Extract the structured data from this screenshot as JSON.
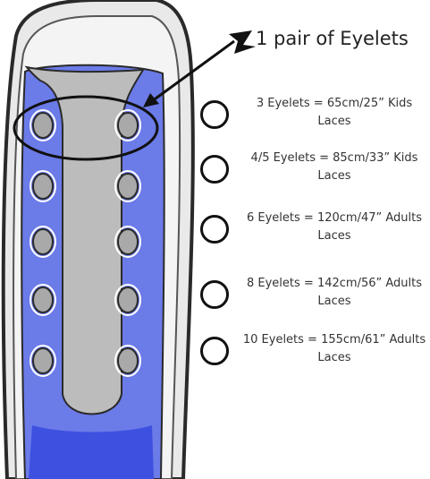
{
  "callout": {
    "title": "1 pair of Eyelets"
  },
  "legend": [
    {
      "line1": "3 Eyelets = 65cm/25” Kids",
      "line2": "Laces"
    },
    {
      "line1": "4/5  Eyelets = 85cm/33” Kids",
      "line2": "Laces"
    },
    {
      "line1": "6 Eyelets = 120cm/47” Adults",
      "line2": "Laces"
    },
    {
      "line1": "8 Eyelets = 142cm/56” Adults",
      "line2": "Laces"
    },
    {
      "line1": "10 Eyelets = 155cm/61” Adults",
      "line2": "Laces"
    }
  ],
  "colors": {
    "shoe_blue": "#6b7be8",
    "shoe_blue_dark": "#3e50e0",
    "tongue_gray": "#bcbcbc",
    "outline": "#2a2a2a",
    "eyelet_fill": "#a9a9a9"
  }
}
